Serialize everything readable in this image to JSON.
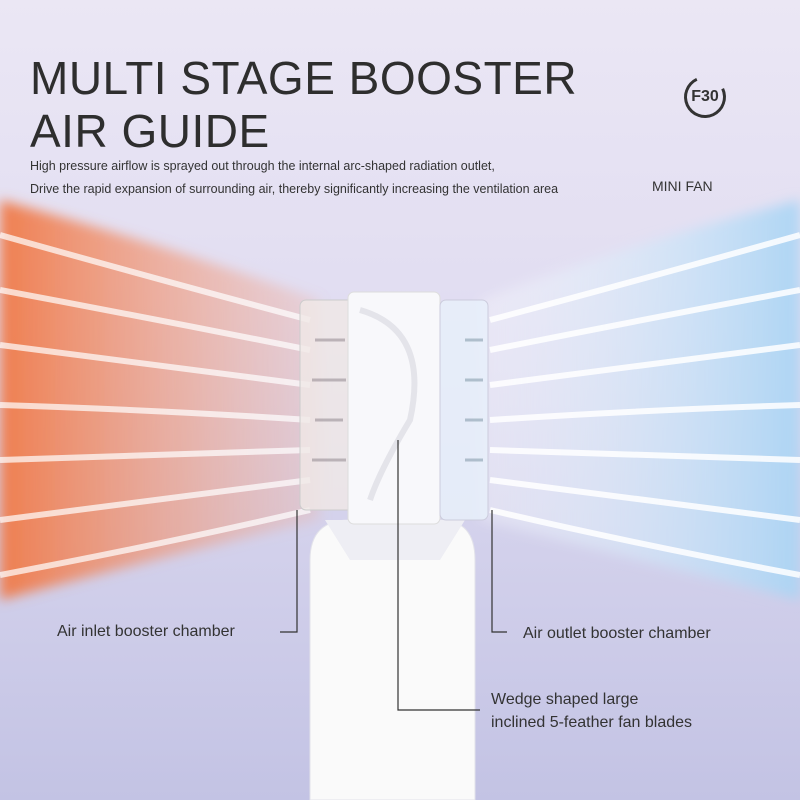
{
  "header": {
    "title_line1": "MULTI STAGE BOOSTER",
    "title_line2": "AIR GUIDE",
    "subtitle_line1": "High pressure airflow is sprayed out through the internal arc-shaped radiation outlet,",
    "subtitle_line2": "Drive the rapid expansion of surrounding air, thereby significantly increasing the ventilation area"
  },
  "brand": {
    "logo": "F30",
    "product": "MINI FAN"
  },
  "callouts": {
    "inlet": "Air inlet booster chamber",
    "outlet": "Air outlet booster chamber",
    "blades_line1": "Wedge shaped large",
    "blades_line2": "inclined 5-feather fan blades"
  },
  "colors": {
    "warm": "#f08050",
    "cool": "#bfe0f8"
  }
}
